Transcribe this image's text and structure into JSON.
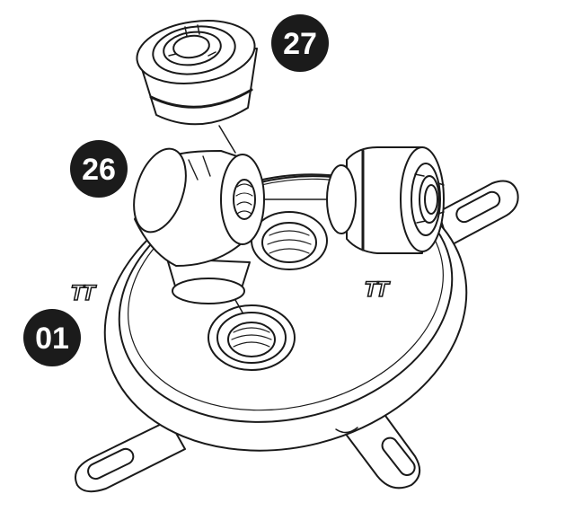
{
  "callouts": [
    {
      "label": "27"
    },
    {
      "label": "26"
    },
    {
      "label": "01"
    }
  ],
  "logos": [
    {
      "text": "TT"
    },
    {
      "text": "TT"
    }
  ],
  "colors": {
    "ink": "#1a1a1a",
    "paper": "#ffffff",
    "callout_fill": "#1b1b1b",
    "callout_text": "#ffffff"
  }
}
